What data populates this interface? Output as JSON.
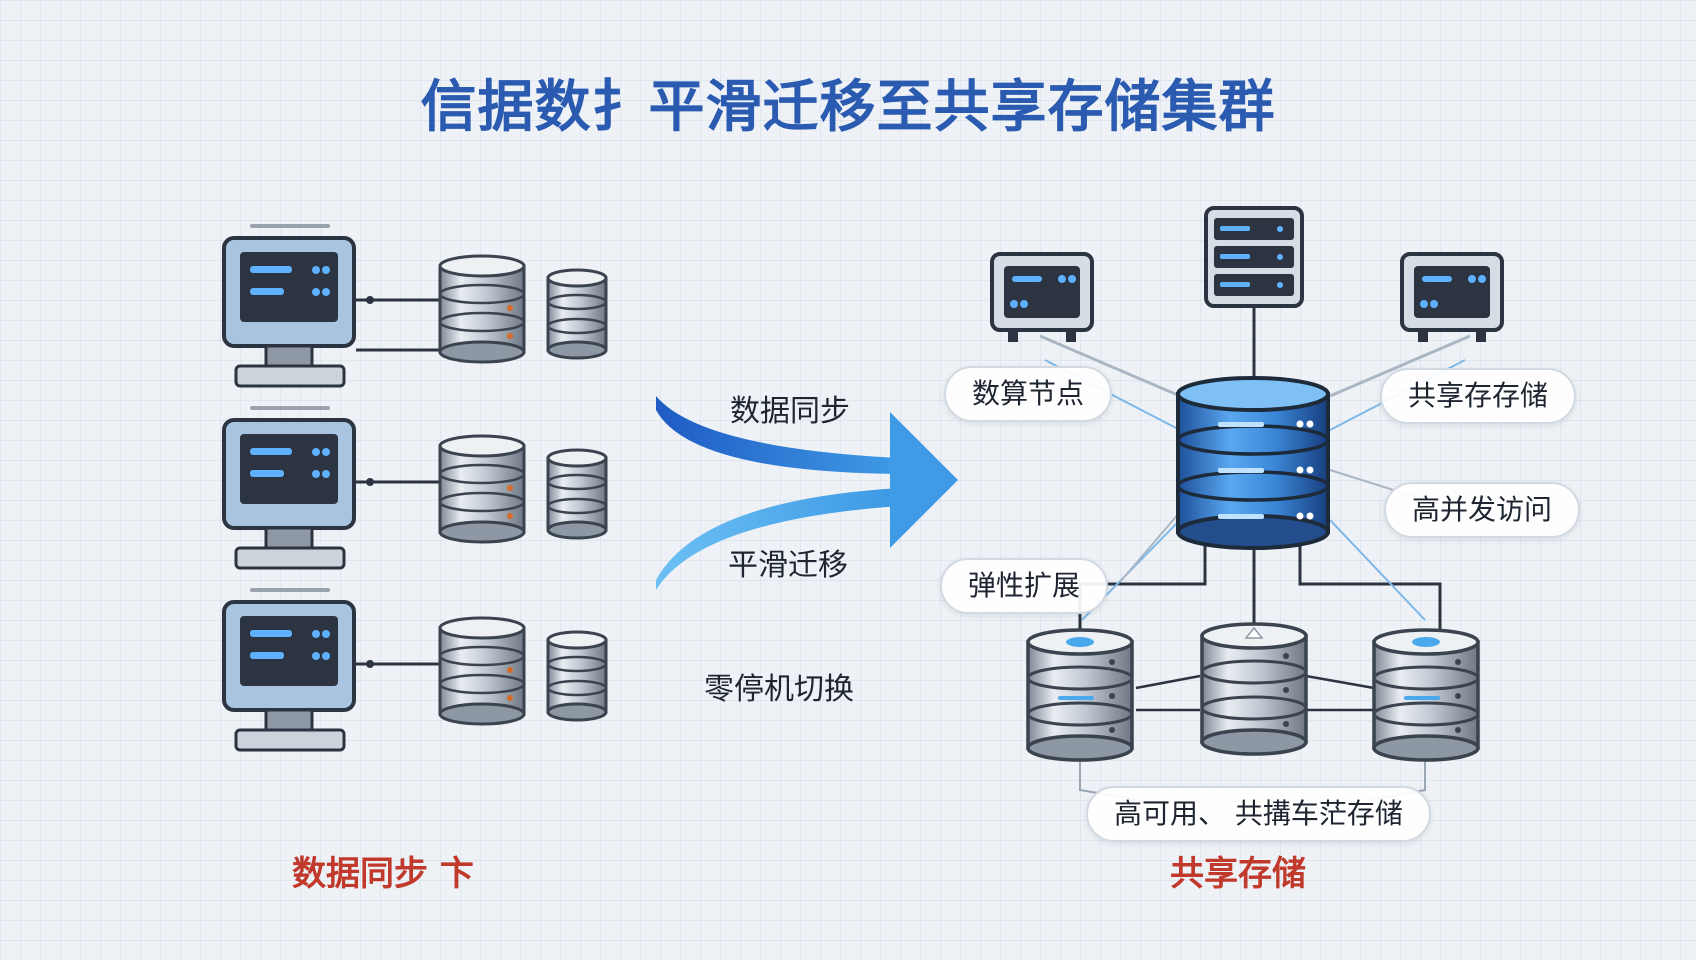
{
  "title": "信据数扌平滑迁移至共享存储集群",
  "flow": {
    "top_label": "数据同步",
    "middle_label": "平滑迁移",
    "bottom_label": "零停机切换"
  },
  "callouts": {
    "compute_nodes": "数算节点",
    "shared_storage": "共享存存储",
    "high_concurrency": "高并发访问",
    "elastic_scaling": "弹性扩展",
    "high_availability": "高可用、 共搆车茫存储"
  },
  "captions": {
    "left": "数据同步 卞",
    "right": "共享存储"
  },
  "colors": {
    "title": "#2a5bb0",
    "caption": "#c0392b",
    "arrow_dark": "#1f5bc4",
    "arrow_light": "#4aa8ec",
    "accent": "#4aa8ec"
  },
  "icons": {
    "source_host": "desktop-computer-icon",
    "disk_stack": "database-stack-icon",
    "server": "server-icon",
    "storage_core": "storage-cluster-icon"
  }
}
